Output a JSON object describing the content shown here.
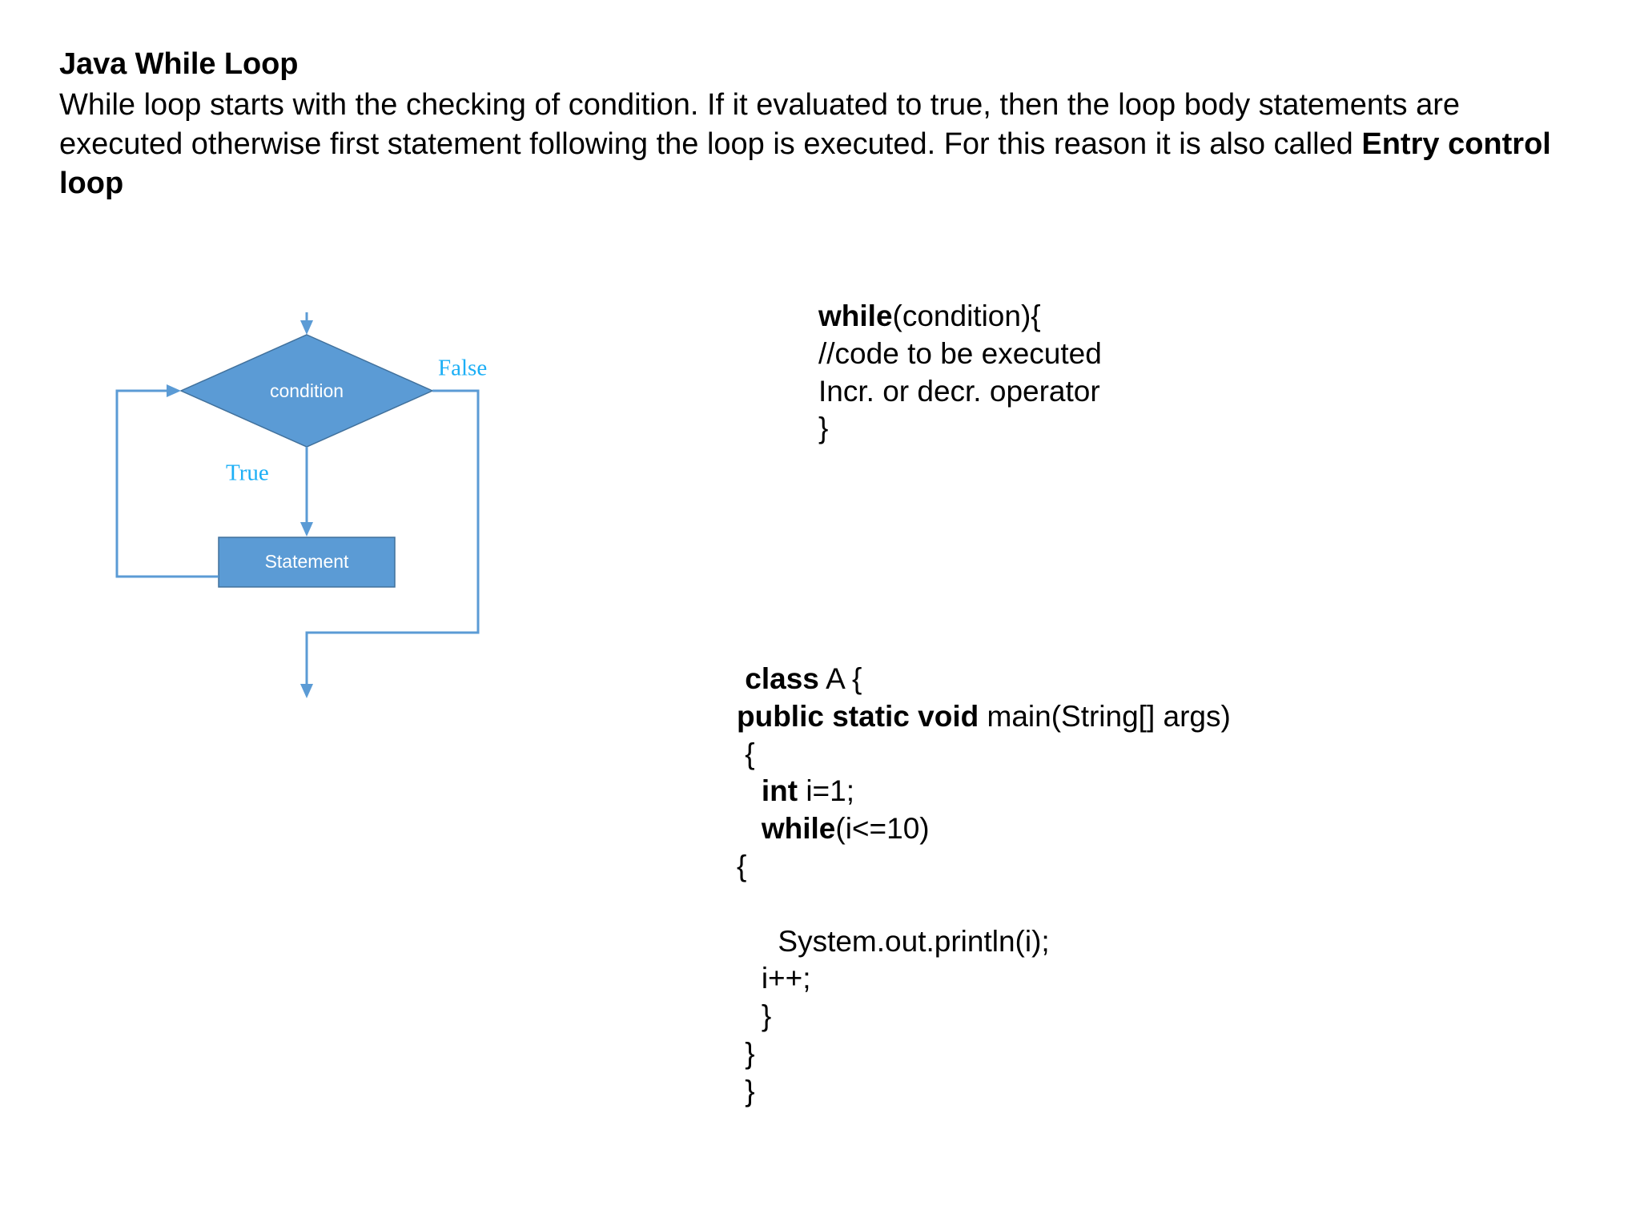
{
  "header": {
    "title": "Java While Loop",
    "description_parts": [
      {
        "text": "While loop starts with the checking of condition. If it evaluated to true, then the loop body statements are executed otherwise first statement following the loop is executed. For this reason it is also called ",
        "bold": false
      },
      {
        "text": "Entry control loop",
        "bold": true
      }
    ]
  },
  "flowchart": {
    "title": "while-loop-flowchart",
    "colors": {
      "shape_fill": "#5B9BD5",
      "shape_stroke": "#41719C",
      "connector": "#5B9BD5",
      "branch_label": "#1CAFF6",
      "shape_text": "#FFFFFF"
    },
    "nodes": [
      {
        "id": "condition",
        "type": "decision",
        "label": "condition"
      },
      {
        "id": "statement",
        "type": "process",
        "label": "Statement"
      }
    ],
    "edges": [
      {
        "from": "entry",
        "to": "condition",
        "label": ""
      },
      {
        "from": "condition",
        "to": "statement",
        "label": "True"
      },
      {
        "from": "condition",
        "to": "exit",
        "label": "False"
      },
      {
        "from": "statement",
        "to": "condition",
        "label": ""
      }
    ],
    "labels": {
      "true": "True",
      "false": "False"
    }
  },
  "syntax_panel": {
    "name": "while-loop-syntax",
    "lines": [
      [
        {
          "t": "while",
          "b": true
        },
        {
          "t": "(condition){",
          "b": false
        }
      ],
      [
        {
          "t": "//code to be executed",
          "b": false
        }
      ],
      [
        {
          "t": "Incr. or decr. operator",
          "b": false
        }
      ],
      [
        {
          "t": "}",
          "b": false
        }
      ]
    ]
  },
  "example_panel": {
    "name": "while-loop-example",
    "lines": [
      [
        {
          "t": " ",
          "b": false
        },
        {
          "t": "class",
          "b": true
        },
        {
          "t": " A {",
          "b": false
        }
      ],
      [
        {
          "t": "public static void",
          "b": true
        },
        {
          "t": " main(String[] args)",
          "b": false
        }
      ],
      [
        {
          "t": " {",
          "b": false
        }
      ],
      [
        {
          "t": "   ",
          "b": false
        },
        {
          "t": "int",
          "b": true
        },
        {
          "t": " i=1;",
          "b": false
        }
      ],
      [
        {
          "t": "   ",
          "b": false
        },
        {
          "t": "while",
          "b": true
        },
        {
          "t": "(i<=10)",
          "b": false
        }
      ],
      [
        {
          "t": "{",
          "b": false
        }
      ],
      [
        {
          "t": "",
          "b": false
        }
      ],
      [
        {
          "t": "     System.out.println(i);",
          "b": false
        }
      ],
      [
        {
          "t": "   i++;",
          "b": false
        }
      ],
      [
        {
          "t": "   }",
          "b": false
        }
      ],
      [
        {
          "t": " }",
          "b": false
        }
      ],
      [
        {
          "t": " }",
          "b": false
        }
      ]
    ]
  }
}
